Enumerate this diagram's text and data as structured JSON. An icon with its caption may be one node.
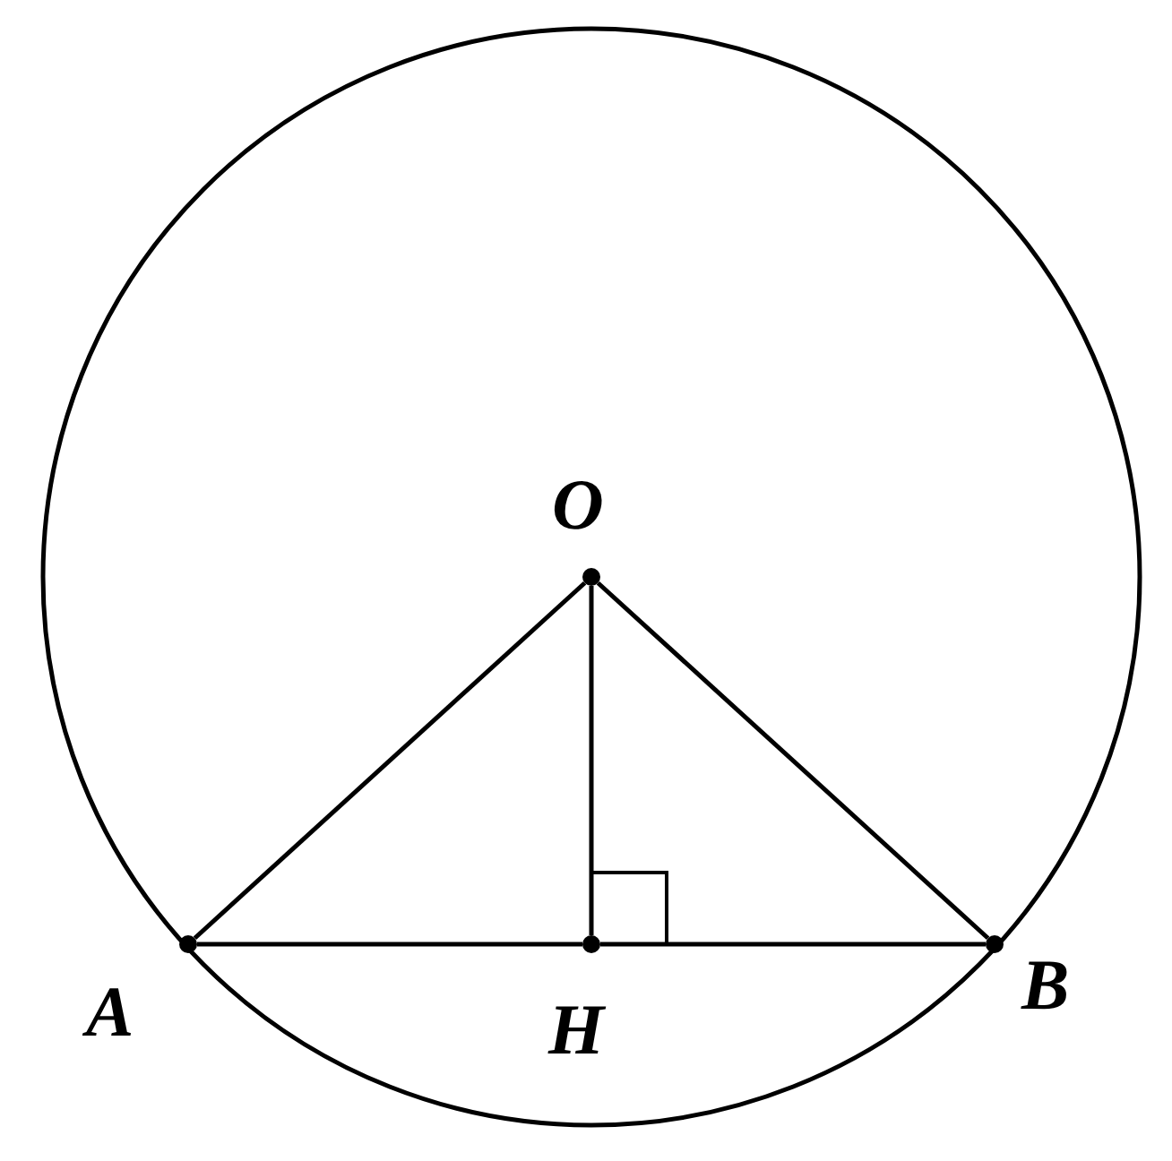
{
  "diagram": {
    "nodes": [
      {
        "text": [],
        "shape": "circle",
        "beside": [
          "O"
        ]
      },
      {
        "text": [],
        "shape": "circle",
        "beside": [
          "A"
        ]
      },
      {
        "text": [],
        "shape": "circle",
        "beside": [
          "H"
        ]
      },
      {
        "text": [],
        "shape": "circle",
        "beside": [
          "B"
        ]
      }
    ],
    "edges": [
      {
        "from": 0,
        "to": 1,
        "arrow": "none"
      },
      {
        "from": 0,
        "to": 3,
        "arrow": "none"
      },
      {
        "from": 0,
        "to": 2,
        "arrow": "none"
      },
      {
        "from": 1,
        "to": 2,
        "arrow": "none"
      },
      {
        "from": 2,
        "to": 3,
        "arrow": "none"
      }
    ]
  }
}
